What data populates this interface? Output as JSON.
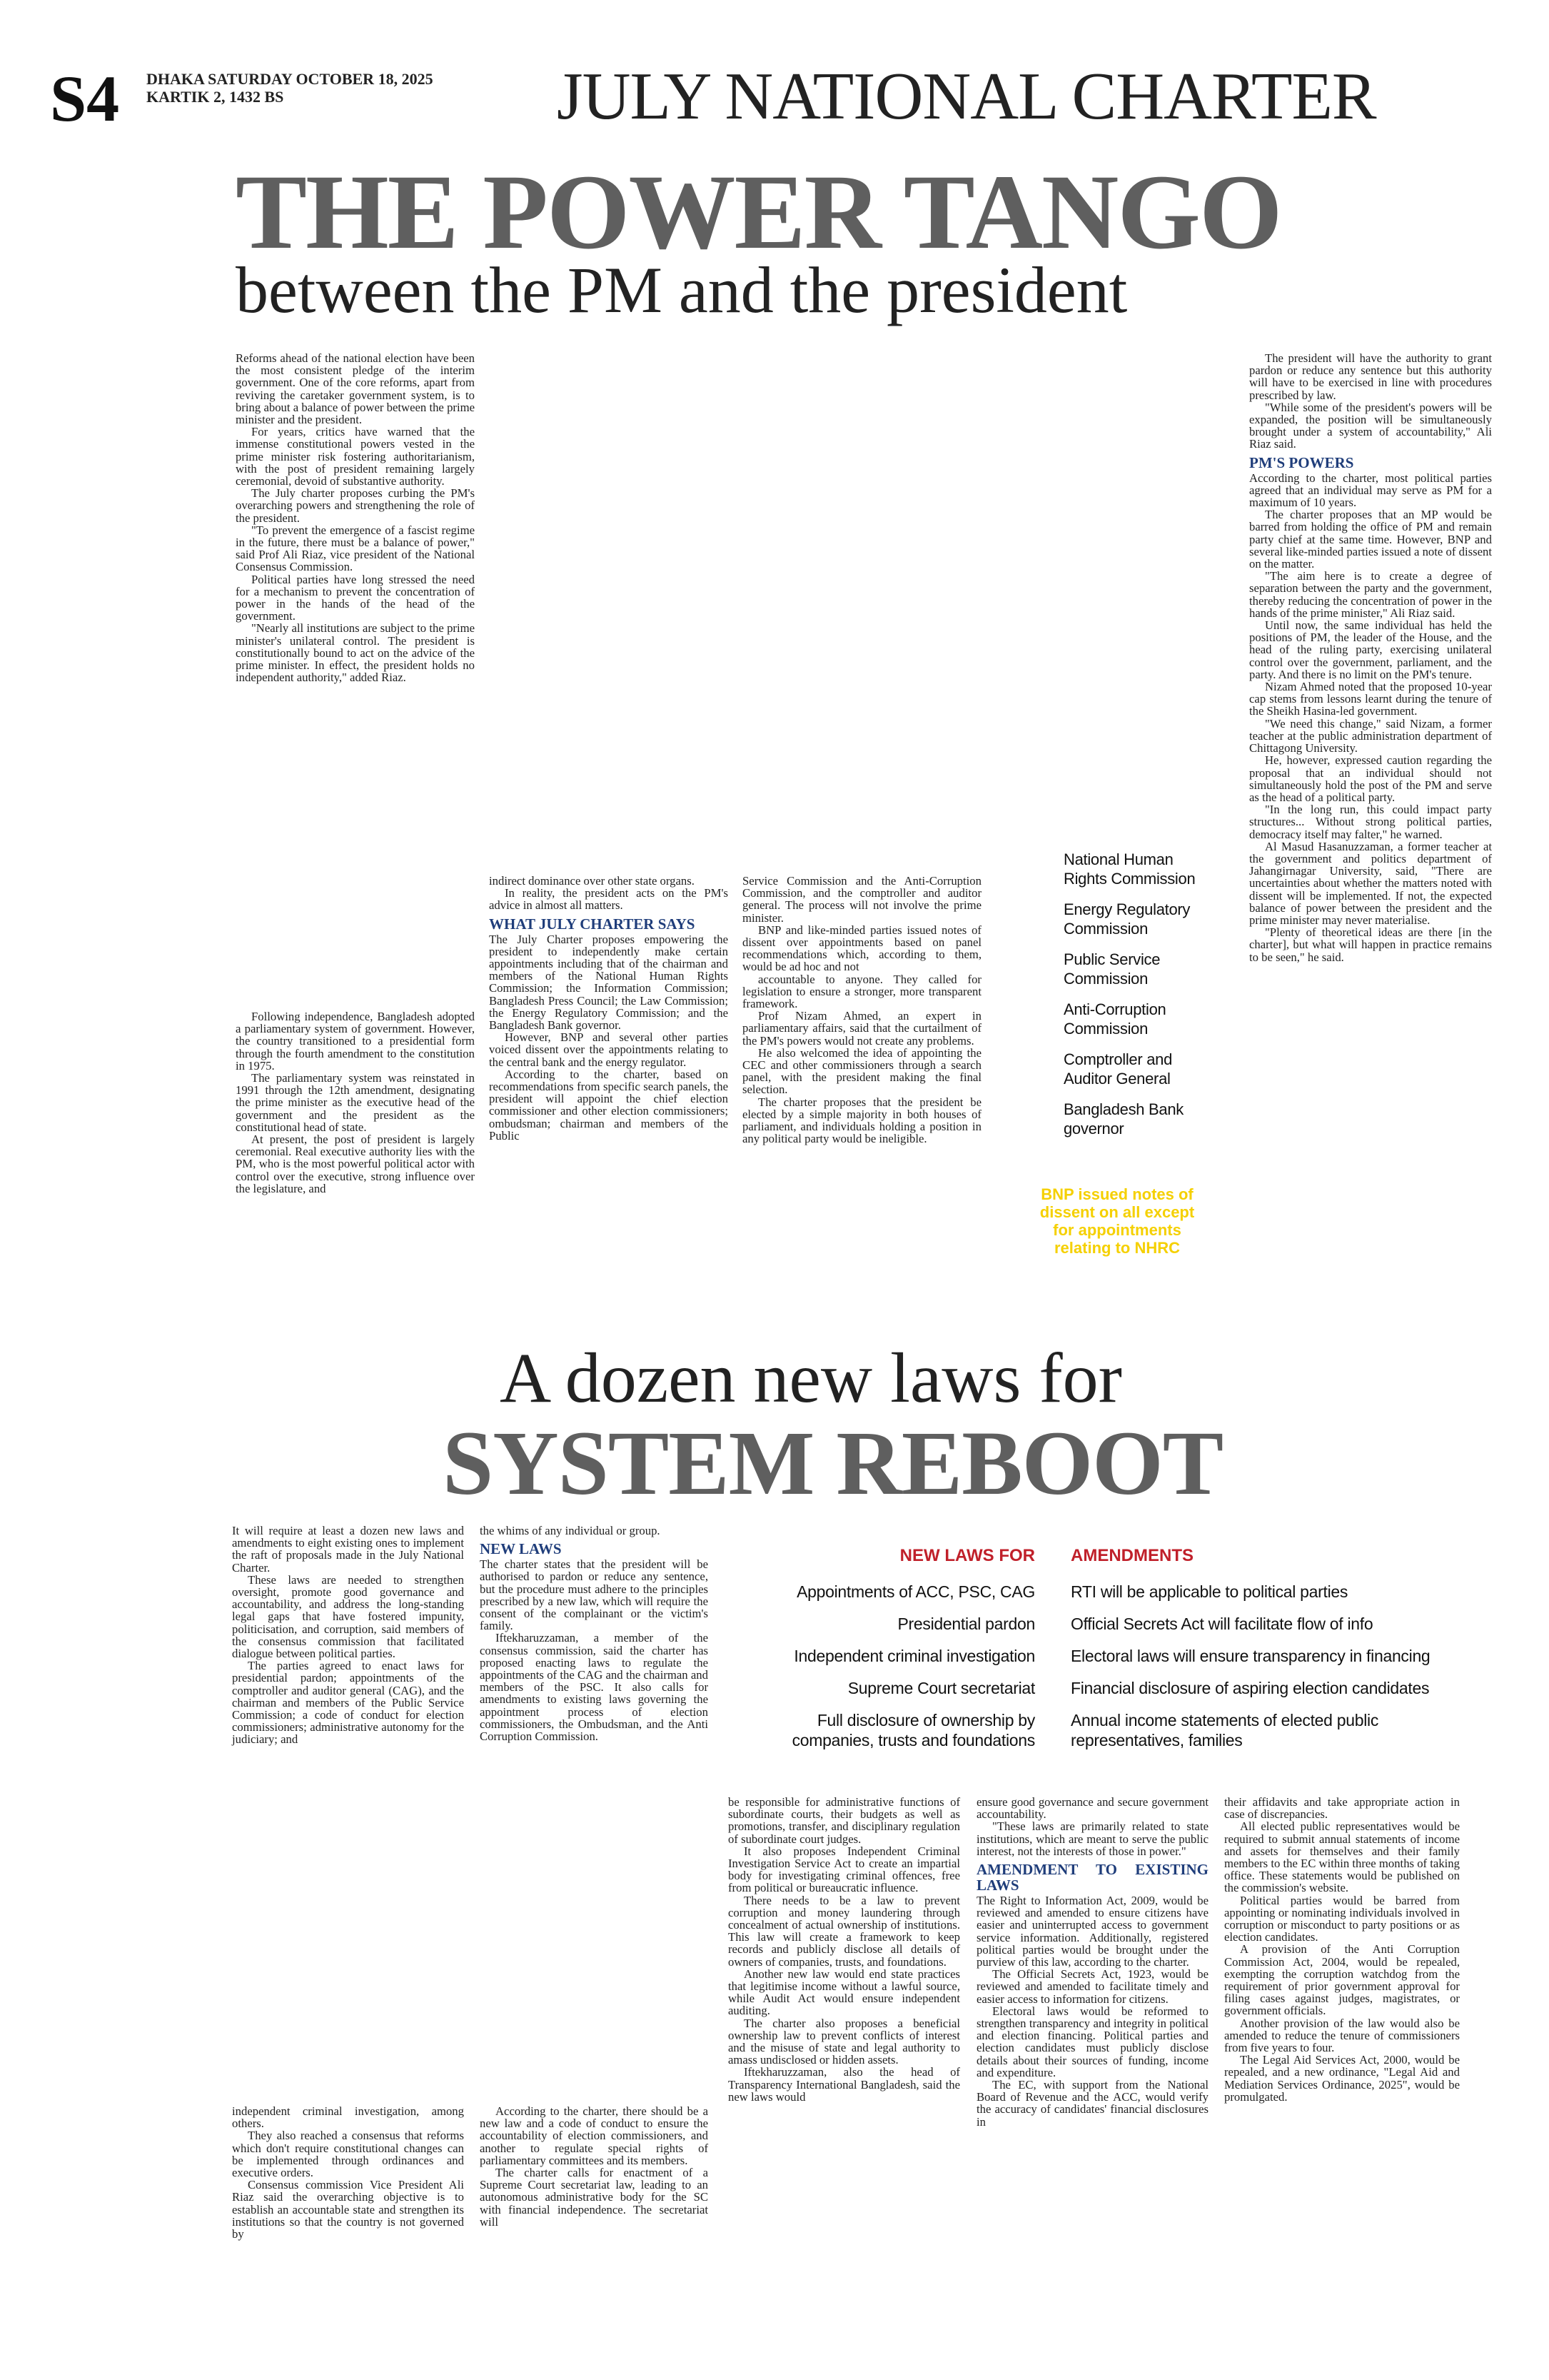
{
  "masthead": {
    "page": "S4",
    "date": "DHAKA SATURDAY OCTOBER 18, 2025",
    "date_bs": "KARTIK 2, 1432 BS",
    "section": "JULY NATIONAL CHARTER"
  },
  "story1": {
    "headline": "THE POWER TANGO",
    "subhead": "between the PM and the president",
    "col1": [
      "Reforms ahead of the national election have been the most consistent pledge of the interim government. One of the core reforms, apart from reviving the caretaker government system, is to bring about a balance of power between the prime minister and the president.",
      "For years, critics have warned that the immense constitutional powers vested in the prime minister risk fostering authoritarianism, with the post of president remaining largely ceremonial, devoid of substantive authority.",
      "The July charter proposes curbing the PM's overarching powers and strengthening the role of the president.",
      "\"To prevent the emergence of a fascist regime in the future, there must be a balance of power,\" said Prof Ali Riaz, vice president of the National Consensus Commission.",
      "Political parties have long stressed the need for a mechanism to prevent the concentration of power in the hands of the head of the government.",
      "\"Nearly all institutions are subject to the prime minister's unilateral control. The president is constitutionally bound to act on the advice of the prime minister. In effect, the president holds no independent authority,\" added Riaz."
    ],
    "col1b": [
      "Following independence, Bangladesh adopted a parliamentary system of government. However, the country transitioned to a presidential form through the fourth amendment to the constitution in 1975.",
      "The parliamentary system was reinstated in 1991 through the 12th amendment, designating the prime minister as the executive head of the government and the president as the constitutional head of state.",
      "At present, the post of president is largely ceremonial. Real executive authority lies with the PM, who is the most powerful political actor with control over the executive, strong influence over the legislature, and"
    ],
    "col2": [
      "indirect dominance over other state organs.",
      "In reality, the president acts on the PM's advice in almost all matters."
    ],
    "col2_heading": "WHAT JULY CHARTER SAYS",
    "col2_after": [
      "The July Charter proposes empowering the president to independently make certain appointments including that of the chairman and members of the National Human Rights Commission; the Information Commission; Bangladesh Press Council; the Law Commission; the Energy Regulatory Commission; and the Bangladesh Bank governor.",
      "However, BNP and several other parties voiced dissent over the appointments relating to the central bank and the energy regulator.",
      "According to the charter, based on recommendations from specific search panels, the president will appoint the chief election commissioner and other election commissioners; ombudsman; chairman and members of the Public"
    ],
    "col3": [
      "Service Commission and the Anti-Corruption Commission, and the comptroller and auditor general. The process will not involve the prime minister.",
      "BNP and like-minded parties issued notes of dissent over appointments based on panel recommendations which, according to them, would be ad hoc and not",
      "accountable to anyone. They called for legislation to ensure a stronger, more transparent framework.",
      "Prof Nizam Ahmed, an expert in parliamentary affairs, said that the curtailment of the PM's powers would not create any problems.",
      "He also welcomed the idea of appointing the CEC and other commissioners through a search panel, with the president making the final selection.",
      "The charter proposes that the president be elected by a simple majority in both houses of parliament, and individuals holding a position in any political party would be ineligible."
    ],
    "sidebar": [
      "National Human Rights Commission",
      "Energy Regulatory Commission",
      "Public Service Commission",
      "Anti-Corruption Commission",
      "Comptroller and Auditor General",
      "Bangladesh Bank governor"
    ],
    "callout": "BNP issued notes of dissent on all except for appointments relating to NHRC",
    "col4": [
      "The president will have the authority to grant pardon or reduce any sentence but this authority will have to be exercised in line with procedures prescribed by law.",
      "\"While some of the president's powers will be expanded, the position will be simultaneously brought under a system of accountability,\" Ali Riaz said."
    ],
    "col4_heading": "PM'S POWERS",
    "col4_after": [
      "According to the charter, most political parties agreed that an individual may serve as PM for a maximum of 10 years.",
      "The charter proposes that an MP would be barred from holding the office of PM and remain party chief at the same time. However, BNP and several like-minded parties issued a note of dissent on the matter.",
      "\"The aim here is to create a degree of separation between the party and the government, thereby reducing the concentration of power in the hands of the prime minister,\" Ali Riaz said.",
      "Until now, the same individual has held the positions of PM, the leader of the House, and the head of the ruling party, exercising unilateral control over the government, parliament, and the party. And there is no limit on the PM's tenure.",
      "Nizam Ahmed noted that the proposed 10-year cap stems from lessons learnt during the tenure of the Sheikh Hasina-led government.",
      "\"We need this change,\" said Nizam, a former teacher at the public administration department of Chittagong University.",
      "He, however, expressed caution regarding the proposal that an individual should not simultaneously hold the post of the PM and serve as the head of a political party.",
      "\"In the long run, this could impact party structures... Without strong political parties, democracy itself may falter,\" he warned.",
      "Al Masud Hasanuzzaman, a former teacher at the government and politics department of Jahangirnagar University, said, \"There are uncertainties about whether the matters noted with dissent will be implemented. If not, the expected balance of power between the president and the prime minister may never materialise.",
      "\"Plenty of theoretical ideas are there [in the charter], but what will happen in practice remains to be seen,\" he said."
    ]
  },
  "story2": {
    "headline_a": "A dozen new laws for",
    "headline_b": "SYSTEM REBOOT",
    "col1": [
      "It will require at least a dozen new laws and amendments to eight existing ones to implement the raft of proposals made in the July National Charter.",
      "These laws are needed to strengthen oversight, promote good governance and accountability, and address the long-standing legal gaps that have fostered impunity, politicisation, and corruption, said members of the consensus commission that facilitated dialogue between political parties.",
      "The parties agreed to enact laws for presidential pardon; appointments of the comptroller and auditor general (CAG), and the chairman and members of the Public Service Commission; a code of conduct for election commissioners; administrative autonomy for the judiciary; and"
    ],
    "col1b": [
      "independent criminal investigation, among others.",
      "They also reached a consensus that reforms which don't require constitutional changes can be implemented through ordinances and executive orders.",
      "Consensus commission Vice President Ali Riaz said the overarching objective is to establish an accountable state and strengthen its institutions so that the country is not governed by"
    ],
    "col2": [
      "the whims of any individual or group."
    ],
    "col2_heading": "NEW LAWS",
    "col2_after": [
      "The charter states that the president will be authorised to pardon or reduce any sentence, but the procedure must adhere to the principles prescribed by a new law, which will require the consent of the complainant or the victim's family.",
      "Iftekharuzzaman, a member of the consensus commission, said the charter has proposed enacting laws to regulate the appointments of the CAG and the chairman and members of the PSC. It also calls for amendments to existing laws governing the appointment process of election commissioners, the Ombudsman, and the Anti Corruption Commission."
    ],
    "col2b": [
      "According to the charter, there should be a new law and a code of conduct to ensure the accountability of election commissioners, and another to regulate special rights of parliamentary committees and its members.",
      "The charter calls for enactment of a Supreme Court secretariat law, leading to an autonomous administrative body for the SC with financial independence. The secretariat will"
    ],
    "table_head_left": "NEW LAWS FOR",
    "table_head_right": "AMENDMENTS",
    "new_laws": [
      "Appointments of ACC, PSC, CAG",
      "Presidential pardon",
      "Independent criminal investigation",
      "Supreme Court secretariat",
      "Full disclosure of ownership by companies, trusts and foundations"
    ],
    "amendments": [
      "RTI will be applicable to political parties",
      "Official Secrets Act will facilitate flow of info",
      "Electoral laws will ensure transparency in financing",
      "Financial disclosure of aspiring election candidates",
      "Annual income statements of elected public representatives, families"
    ],
    "col3": [
      "be responsible for administrative functions of subordinate courts, their budgets as well as promotions, transfer, and disciplinary regulation of subordinate court judges.",
      "It also proposes Independent Criminal Investigation Service Act to create an impartial body for investigating criminal offences, free from political or bureaucratic influence.",
      "There needs to be a law to prevent corruption and money laundering through concealment of actual ownership of institutions. This law will create a framework to keep records and publicly disclose all details of owners of companies, trusts, and foundations.",
      "Another new law would end state practices that legitimise income without a lawful source, while Audit Act would ensure independent auditing.",
      "The charter also proposes a beneficial ownership law to prevent conflicts of interest and the misuse of state and legal authority to amass undisclosed or hidden assets.",
      "Iftekharuzzaman, also the head of Transparency International Bangladesh, said the new laws would"
    ],
    "col4": [
      "ensure good governance and secure government accountability.",
      "\"These laws are primarily related to state institutions, which are meant to serve the public interest, not the interests of those in power.\""
    ],
    "col4_heading": "AMENDMENT TO EXISTING LAWS",
    "col4_after": [
      "The Right to Information Act, 2009, would be reviewed and amended to ensure citizens have easier and uninterrupted access to government service information. Additionally, registered political parties would be brought under the purview of this law, according to the charter.",
      "The Official Secrets Act, 1923, would be reviewed and amended to facilitate timely and easier access to information for citizens.",
      "Electoral laws would be reformed to strengthen transparency and integrity in political and election financing. Political parties and election candidates must publicly disclose details about their sources of funding, income and expenditure.",
      "The EC, with support from the National Board of Revenue and the ACC, would verify the accuracy of candidates' financial disclosures in"
    ],
    "col5": [
      "their affidavits and take appropriate action in case of discrepancies.",
      "All elected public representatives would be required to submit annual statements of income and assets for themselves and their family members to the EC within three months of taking office. These statements would be published on the commission's website.",
      "Political parties would be barred from appointing or nominating individuals involved in corruption or misconduct to party positions or as election candidates.",
      "A provision of the Anti Corruption Commission Act, 2004, would be repealed, exempting the corruption watchdog from the requirement of prior government approval for filing cases against judges, magistrates, or government officials.",
      "Another provision of the law would also be amended to reduce the tenure of commissioners from five years to four.",
      "The Legal Aid Services Act, 2000, would be repealed, and a new ordinance, \"Legal Aid and Mediation Services Ordinance, 2025\", would be promulgated."
    ]
  }
}
